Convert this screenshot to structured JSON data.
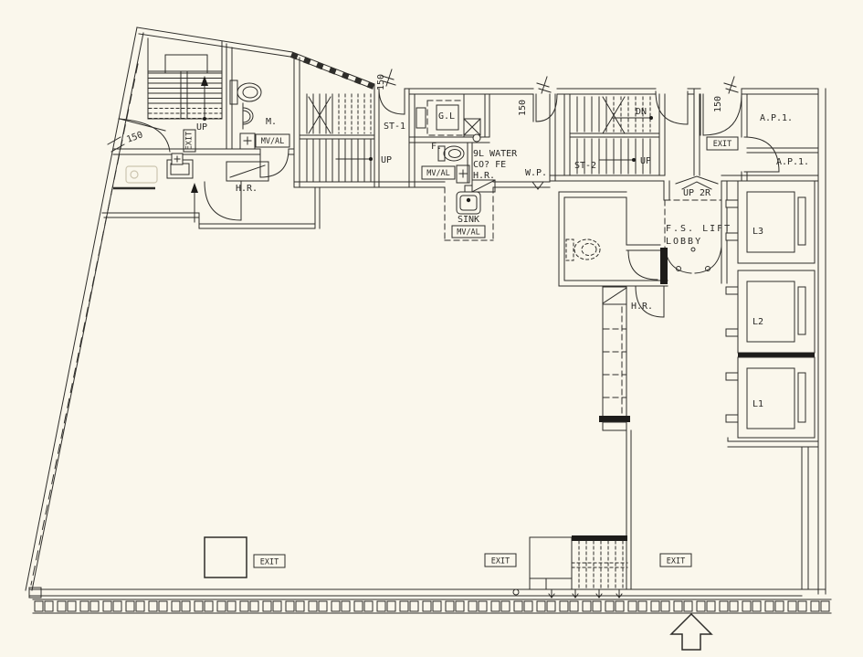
{
  "colors": {
    "background": "#faf7ec",
    "line": "#2e2d2a"
  },
  "labels": {
    "dim_150": "150",
    "up": "UP",
    "dn": "DN",
    "up_2r": "UP 2R",
    "exit": "EXIT",
    "male": "M.",
    "female": "F.",
    "mval": "MV/AL",
    "hr": "H.R.",
    "sink": "SINK",
    "water_1": "9L WATER",
    "water_2": "CO? FE",
    "wp": "W.P.",
    "gl": "G.L",
    "st1": "ST-1",
    "st2": "ST-2",
    "ap1": "A.P.1.",
    "lobby_1": "F.S. LIFT",
    "lobby_2": "LOBBY",
    "l1": "L1",
    "l2": "L2",
    "l3": "L3"
  }
}
